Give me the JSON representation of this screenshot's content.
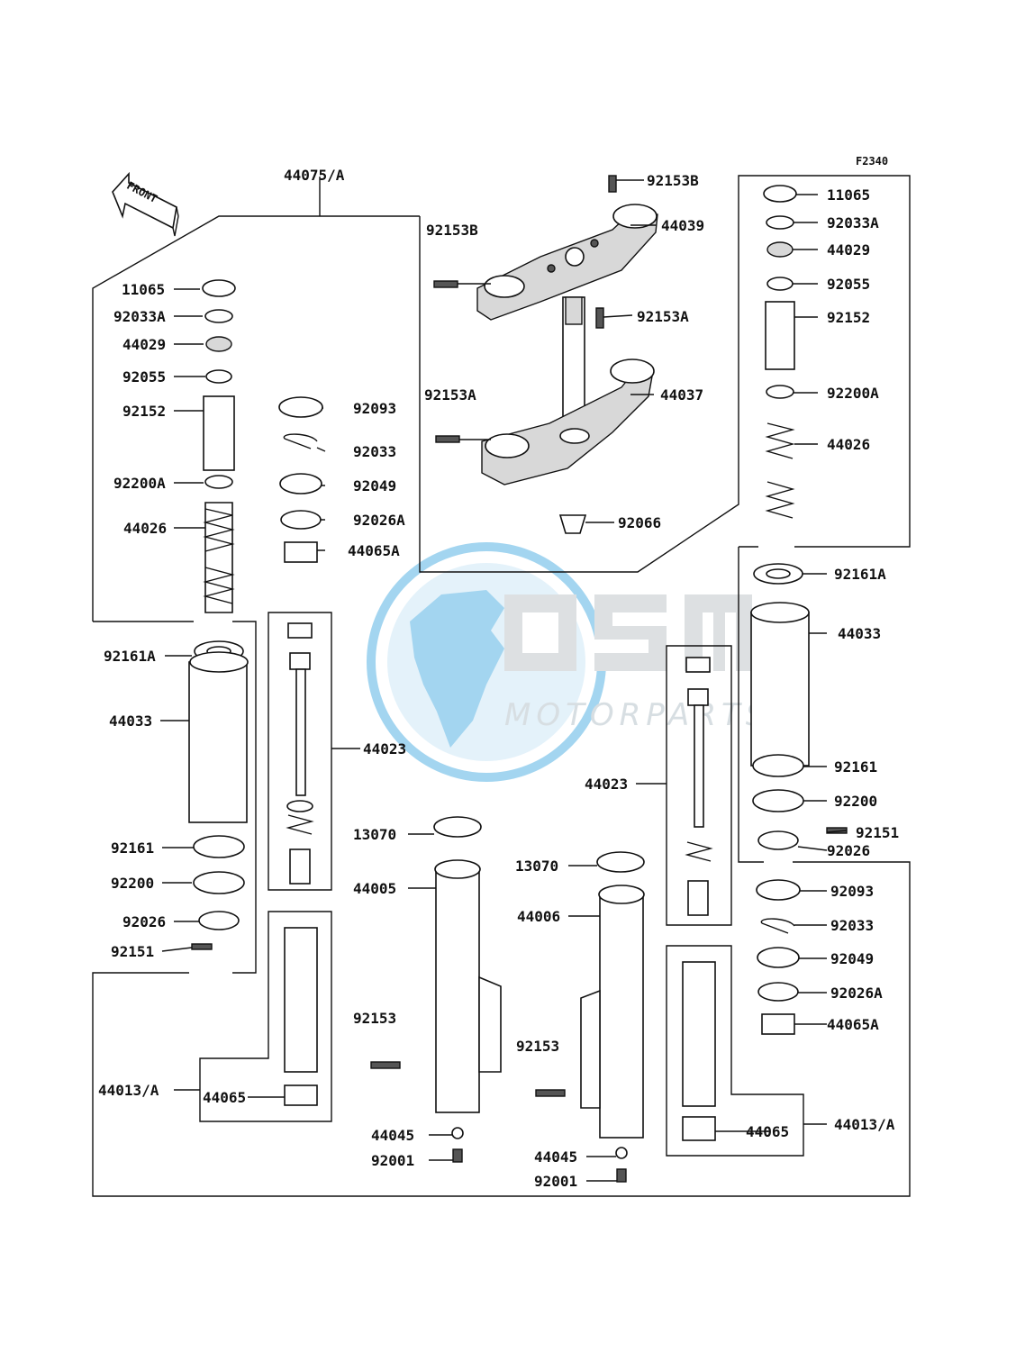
{
  "figure_code": "F2340",
  "front_label": "FRONT",
  "watermark": {
    "brand": "OSM",
    "sub": "MOTORPARTS"
  },
  "colors": {
    "ink": "#111111",
    "watermark_blue": "#59b4e4",
    "watermark_grey": "#c2c7cb"
  },
  "labels": {
    "l1": "44075/A",
    "l2": "92153B",
    "l3": "92153B",
    "l4": "44039",
    "l5": "92153A",
    "l6": "44037",
    "l7": "92153A",
    "l8": "92066",
    "l9": "11065",
    "l10": "92033A",
    "l11": "44029",
    "l12": "92055",
    "l13": "92152",
    "l14": "92200A",
    "l15": "44026",
    "l16": "92161A",
    "l17": "44033",
    "l18": "92161",
    "l19": "92200",
    "l20": "92026",
    "l21": "92151",
    "l22": "92093",
    "l23": "92033",
    "l24": "92049",
    "l25": "92026A",
    "l26": "44065A",
    "l27": "44023",
    "l28": "13070",
    "l29": "44005",
    "l30": "92153",
    "l31": "44013/A",
    "l32": "44065",
    "l33": "44045",
    "l34": "92001",
    "r9": "11065",
    "r10": "92033A",
    "r11": "44029",
    "r12": "92055",
    "r13": "92152",
    "r14": "92200A",
    "r15": "44026",
    "r16": "92161A",
    "r17": "44033",
    "r18": "92161",
    "r19": "92200",
    "r20": "92151",
    "r21": "92026",
    "r22": "92093",
    "r23": "92033",
    "r24": "92049",
    "r25": "92026A",
    "r26": "44065A",
    "r27": "44023",
    "r28": "13070",
    "r29": "44006",
    "r30": "92153",
    "r31": "44013/A",
    "r32": "44065",
    "r33": "44045",
    "r34": "92001"
  }
}
